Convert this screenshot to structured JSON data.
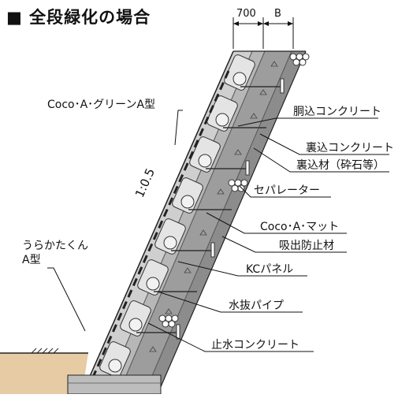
{
  "title": "■ 全段緑化の場合",
  "dimensions": {
    "width_left": "700",
    "width_right": "B"
  },
  "slope_label": "1:0.5",
  "labels": {
    "coco_green": "Coco･A･グリーンA型",
    "urakata_line1": "うらかたくん",
    "urakata_line2": "A型",
    "dougomi": "胴込コンクリート",
    "uragomi_con": "裏込コンクリート",
    "uragomi_zai": "裏込材（砕石等）",
    "separator": "セパレーター",
    "coco_mat": "Coco･A･マット",
    "kyushutsu": "吸出防止材",
    "kc_panel": "KCパネル",
    "mizunuki": "水抜パイプ",
    "shisui": "止水コンクリート"
  },
  "colors": {
    "wall_light": "#c9c9c9",
    "wall_mid": "#a3a3a3",
    "wall_dark": "#6e6e6e",
    "backfill": "#8c8c8c",
    "ground": "#e7cba4",
    "line": "#111111"
  }
}
